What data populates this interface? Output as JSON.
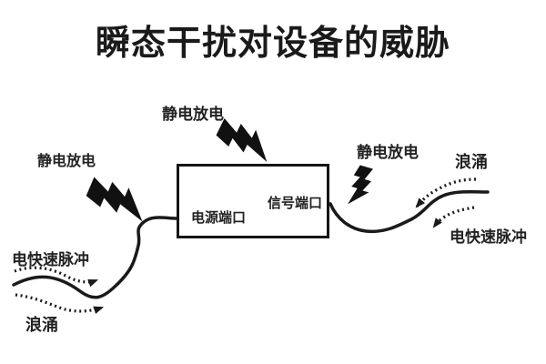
{
  "title": "瞬态干扰对设备的威胁",
  "device_box": {
    "power_port_label": "电源端口",
    "signal_port_label": "信号端口"
  },
  "threat_labels": {
    "esd_left": "静电放电",
    "esd_top": "静电放电",
    "esd_right": "静电放电",
    "surge_left": "浪涌",
    "surge_right": "浪涌",
    "eft_left": "电快速脉冲",
    "eft_right": "电快速脉冲"
  },
  "icons": {
    "lightning_bolt": "black zigzag lightning polygon",
    "interference_arrow": "dotted curved line with solid arrowhead",
    "cable": "solid wavy line"
  },
  "colors": {
    "background": "#ffffff",
    "ink": "#1a1a1a"
  }
}
